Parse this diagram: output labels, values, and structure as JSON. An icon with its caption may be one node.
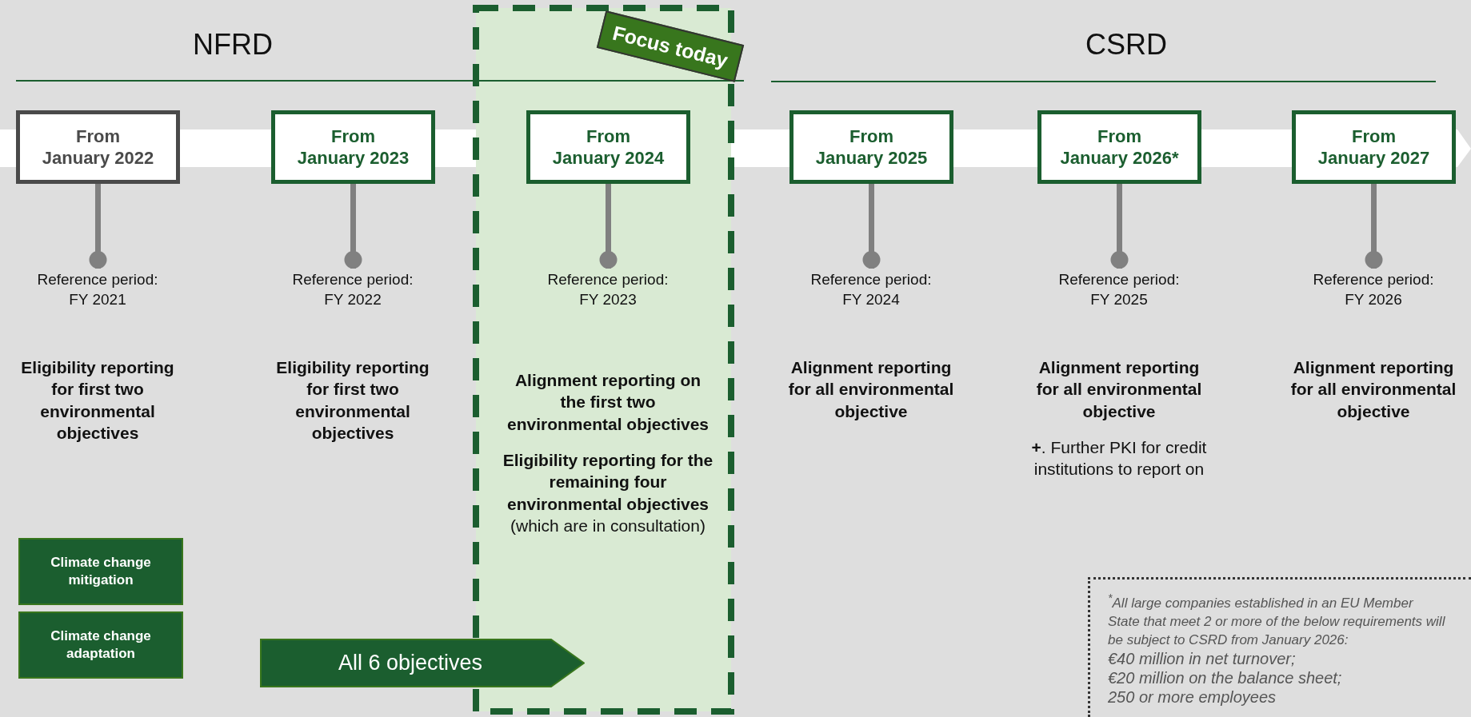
{
  "diagram": {
    "nodes": [
      {
        "text": [
          "From",
          "January 2022"
        ]
      },
      {
        "text": [
          "From",
          "January 2023"
        ]
      },
      {
        "text": [],
        "shape": "box"
      },
      {
        "text": [
          "Focus today"
        ]
      },
      {
        "text": [
          "From",
          "January 2024"
        ],
        "in": 2
      },
      {
        "text": [
          "From",
          "January 2025"
        ]
      },
      {
        "text": [
          "From",
          "January 2026*"
        ]
      },
      {
        "text": [
          "From",
          "January 2027"
        ]
      },
      {
        "text": [
          "Climate change mitigation"
        ]
      },
      {
        "text": [
          "Climate change adaptation"
        ]
      },
      {
        "text": [
          "All 6 objectives"
        ]
      },
      {
        "text": [],
        "shape": "arrow"
      },
      {
        "text": [
          "Reference period: FY 2021"
        ]
      },
      {
        "text": [
          "Reference period: FY 2022"
        ]
      },
      {
        "text": [
          "Reference period: FY 2023"
        ],
        "in": 2
      },
      {
        "text": [
          "Reference period: FY 2024"
        ]
      },
      {
        "text": [
          "Reference period: FY 2025"
        ]
      },
      {
        "text": [
          "Reference period: FY 2026"
        ]
      }
    ],
    "edges": [
      {
        "from": 0,
        "to": 12,
        "arrow": "other"
      },
      {
        "from": 1,
        "to": 13,
        "arrow": "other"
      },
      {
        "from": 4,
        "to": 14,
        "arrow": "other"
      },
      {
        "from": 5,
        "to": 15,
        "arrow": "other"
      },
      {
        "from": 6,
        "to": 16,
        "arrow": "other"
      },
      {
        "from": 7,
        "to": 17,
        "arrow": "other"
      }
    ],
    "labels": [
      "NFRD",
      "CSRD",
      "Eligibility reporting for first two environmental objectives",
      "Eligibility reporting for first two environmental objectives",
      "Alignment reporting on the first two environmental objectives",
      "**Eligibility reporting for the remaining four environmental objectives** (which are in consultation)",
      "Alignment reporting for all environmental objective",
      "Alignment reporting for all environmental objective",
      "**+**. Further PKI for credit institutions to report on",
      "Alignment reporting for all environmental objective",
      "$^{*}$All large companies established in an EU Member State that meet 2 or more of the below requirements will be subject to CSRD from January 2026:",
      "€40 million in net turnover;",
      "€20 million on the balance sheet;",
      "250 or more employees"
    ]
  }
}
